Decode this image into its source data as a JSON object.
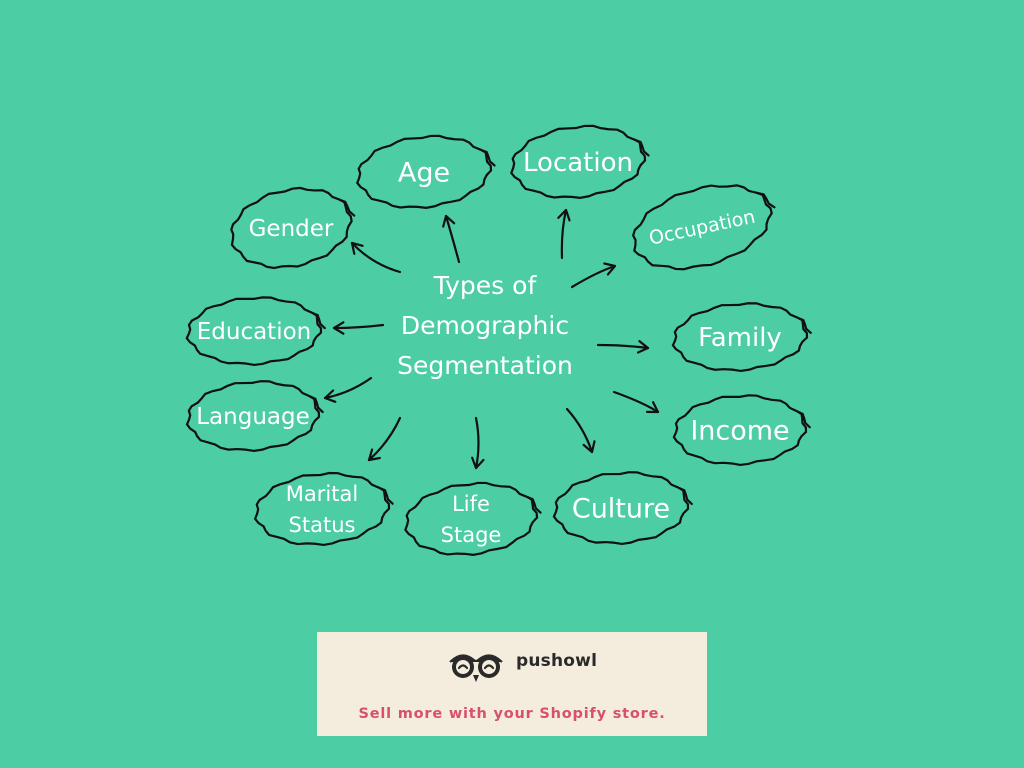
{
  "colors": {
    "background": "#4ccda4",
    "ink": "#111111",
    "label_text": "#ffffff",
    "banner_background": "#f4ecdc",
    "brand_text": "#2a2a2a",
    "tagline_text": "#d8506a"
  },
  "center": {
    "lines": [
      "Types of",
      "Demographic",
      "Segmentation"
    ]
  },
  "nodes": [
    {
      "id": "age",
      "lines": [
        "Age"
      ]
    },
    {
      "id": "location",
      "lines": [
        "Location"
      ]
    },
    {
      "id": "gender",
      "lines": [
        "Gender"
      ]
    },
    {
      "id": "occupation",
      "lines": [
        "Occupation"
      ]
    },
    {
      "id": "education",
      "lines": [
        "Education"
      ]
    },
    {
      "id": "family",
      "lines": [
        "Family"
      ]
    },
    {
      "id": "language",
      "lines": [
        "Language"
      ]
    },
    {
      "id": "income",
      "lines": [
        "Income"
      ]
    },
    {
      "id": "marital-status",
      "lines": [
        "Marital",
        "Status"
      ]
    },
    {
      "id": "life-stage",
      "lines": [
        "Life",
        "Stage"
      ]
    },
    {
      "id": "culture",
      "lines": [
        "Culture"
      ]
    }
  ],
  "banner": {
    "brand": "pushowl",
    "logo_icon": "owl-face-icon",
    "tagline": "Sell more with your Shopify store."
  }
}
